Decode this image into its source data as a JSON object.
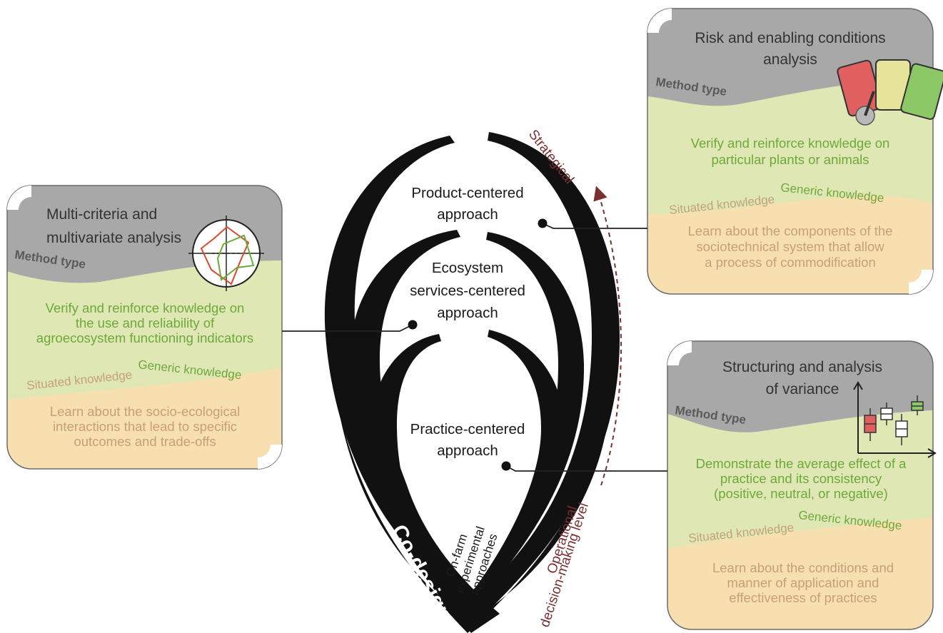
{
  "approaches": {
    "product": [
      "Product-centered",
      "approach"
    ],
    "ecosystem": [
      "Ecosystem",
      "services-centered",
      "approach"
    ],
    "practice": [
      "Practice-centered",
      "approach"
    ]
  },
  "codesign": "Co-design",
  "onfarm": [
    "On-farm",
    "experimental",
    "approaches"
  ],
  "levels": {
    "strategical": "Strategical",
    "operational": [
      "Operational",
      "decision-making level"
    ]
  },
  "cards": {
    "risk": {
      "title": [
        "Risk and enabling conditions",
        "analysis"
      ],
      "method_type": "Method type",
      "generic_text": [
        "Verify and reinforce knowledge on",
        "particular plants or animals"
      ],
      "generic_label": "Generic knowledge",
      "situated_label": "Situated knowledge",
      "situated_text": [
        "Learn about the components of the",
        "sociotechnical system that allow",
        "a process of commodification"
      ],
      "icon": "gauge-icon"
    },
    "multi": {
      "title": [
        "Multi-criteria and",
        "multivariate analysis"
      ],
      "method_type": "Method type",
      "generic_text": [
        "Verify and reinforce knowledge on",
        "the use and reliability of",
        "agroecosystem functioning indicators"
      ],
      "generic_label": "Generic knowledge",
      "situated_label": "Situated knowledge",
      "situated_text": [
        "Learn about the socio-ecological",
        "interactions that lead to specific",
        "outcomes and trade-offs"
      ],
      "icon": "radar-chart-icon"
    },
    "variance": {
      "title": [
        "Structuring and analysis",
        "of variance"
      ],
      "method_type": "Method type",
      "generic_text": [
        "Demonstrate the average effect of a",
        "practice and its consistency",
        "(positive, neutral, or negative)"
      ],
      "generic_label": "Generic knowledge",
      "situated_label": "Situated knowledge",
      "situated_text": [
        "Learn about the conditions and",
        "manner of application and",
        "effectiveness of practices"
      ],
      "icon": "boxplot-icon"
    }
  },
  "colors": {
    "gray_band": "#a8a8a8",
    "green_band": "#dfe8b4",
    "tan_band": "#f8dfb0",
    "green_text": "#6ea83a",
    "tan_text": "#c6a07a",
    "level_text": "#7a3030",
    "gauge_red": "#e06060",
    "gauge_yellow": "#e6e49a",
    "gauge_green": "#8cc866"
  }
}
